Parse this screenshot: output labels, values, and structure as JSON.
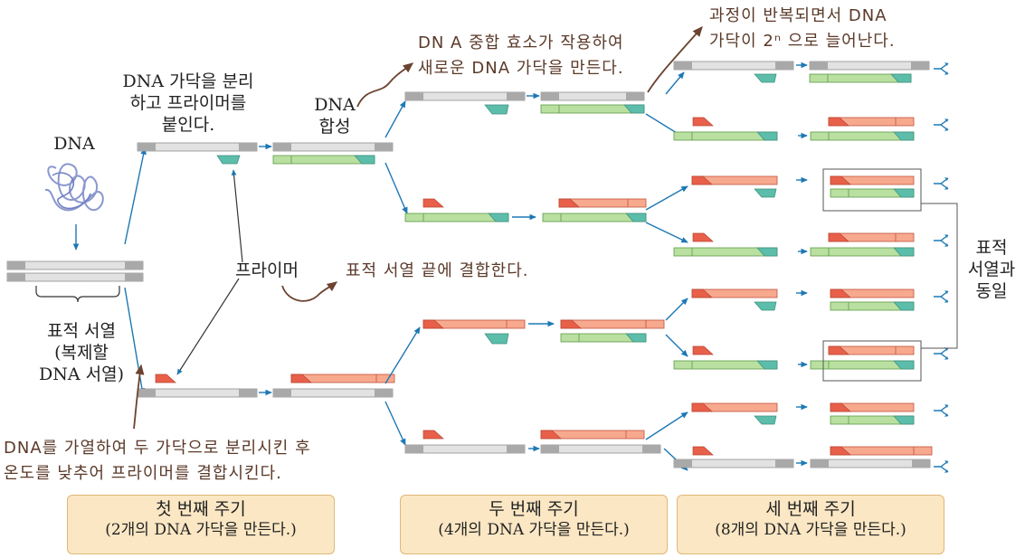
{
  "labels": {
    "dna": "DNA",
    "step1": [
      "DNA 가닥을 분리",
      "하고 프라이머를",
      "붙인다."
    ],
    "step2": [
      "DNA",
      "합성"
    ],
    "primer": "프라이머",
    "target": [
      "표적 서열",
      "(복제할",
      "DNA 서열)"
    ],
    "same": [
      "표적",
      "서열과",
      "동일"
    ]
  },
  "notes": {
    "polymerase": [
      "DN A 중합 효소가 작용하여",
      "새로운 DNA 가닥을 만든다."
    ],
    "repeat": [
      "과정이 반복되면서 DNA",
      "가닥이 2ⁿ 으로 늘어난다."
    ],
    "primer_bind": "표적 서열 끝에 결합한다.",
    "heat": [
      "DNA를 가열하여 두 가닥으로 분리시킨 후",
      "온도를 낮추어 프라이머를 결합시킨다."
    ]
  },
  "cycles": [
    {
      "title": "첫 번째 주기",
      "sub": "(2개의 DNA 가닥을 만든다.)"
    },
    {
      "title": "두 번째 주기",
      "sub": "(4개의 DNA 가닥을 만든다.)"
    },
    {
      "title": "세 번째 주기",
      "sub": "(8개의 DNA 가닥을 만든다.)"
    }
  ],
  "colors": {
    "template_dark": "#a9a9a9",
    "template_light": "#e2e2e2",
    "new_green": "#b9e0a0",
    "primer_teal": "#5cbdaa",
    "new_red": "#f7a98e",
    "primer_red": "#e8604a",
    "arrow_blue": "#1d78b5",
    "note_brown": "#6b4330",
    "cycle_bg": "#fbe7c4"
  }
}
